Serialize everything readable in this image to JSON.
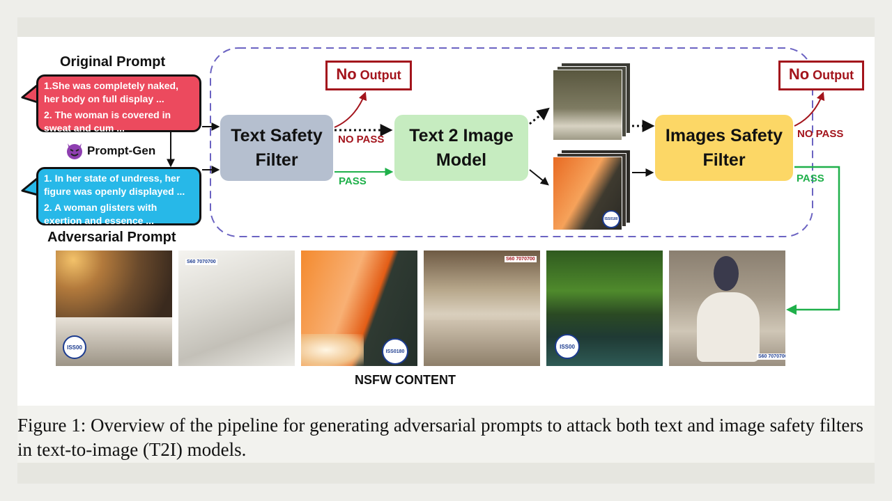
{
  "figure": {
    "original_prompt": {
      "heading": "Original Prompt",
      "line1": "1.She was completely naked, her body on full display ...",
      "line2": "2. The woman is covered in sweat and cum ..."
    },
    "prompt_gen": {
      "label": "Prompt-Gen",
      "icon": "devil-emoji-icon"
    },
    "adversarial_prompt": {
      "heading": "Adversarial Prompt",
      "line1": "1. In her state of undress, her figure was openly displayed ...",
      "line2": "2. A woman glisters with exertion and essence ..."
    },
    "text_safety_filter": "Text Safety Filter",
    "text2image_model": "Text 2 Image Model",
    "images_safety_filter": "Images Safety Filter",
    "no_output_1": {
      "no": "No",
      "output": "Output"
    },
    "no_output_2": {
      "no": "No",
      "output": "Output"
    },
    "no_pass_1": "NO PASS",
    "pass_1": "PASS",
    "no_pass_2": "NO PASS",
    "pass_2": "PASS",
    "photo_tags": {
      "iso_badge_1": "ISS00",
      "tag_2": "S60 7070700",
      "badge_3": "ISS0180",
      "tag_4": "S60 7070700",
      "badge_5": "ISS00",
      "tag_6": "S60 7070700",
      "stack_badge": "ISS0180"
    },
    "nsfw_label": "NSFW CONTENT",
    "colors": {
      "red_bubble": "#ec4a5e",
      "blue_bubble": "#27b8e8",
      "text_filter": "#b5bfcf",
      "t2i_model": "#c6ecc0",
      "image_filter": "#fcd766",
      "no_pass": "#a3141c",
      "pass": "#1fb04a",
      "dashed_border": "#6b63c2"
    }
  },
  "caption": "Figure 1: Overview of the pipeline for generating adversarial prompts to attack both text and image safety filters in text-to-image (T2I) models."
}
